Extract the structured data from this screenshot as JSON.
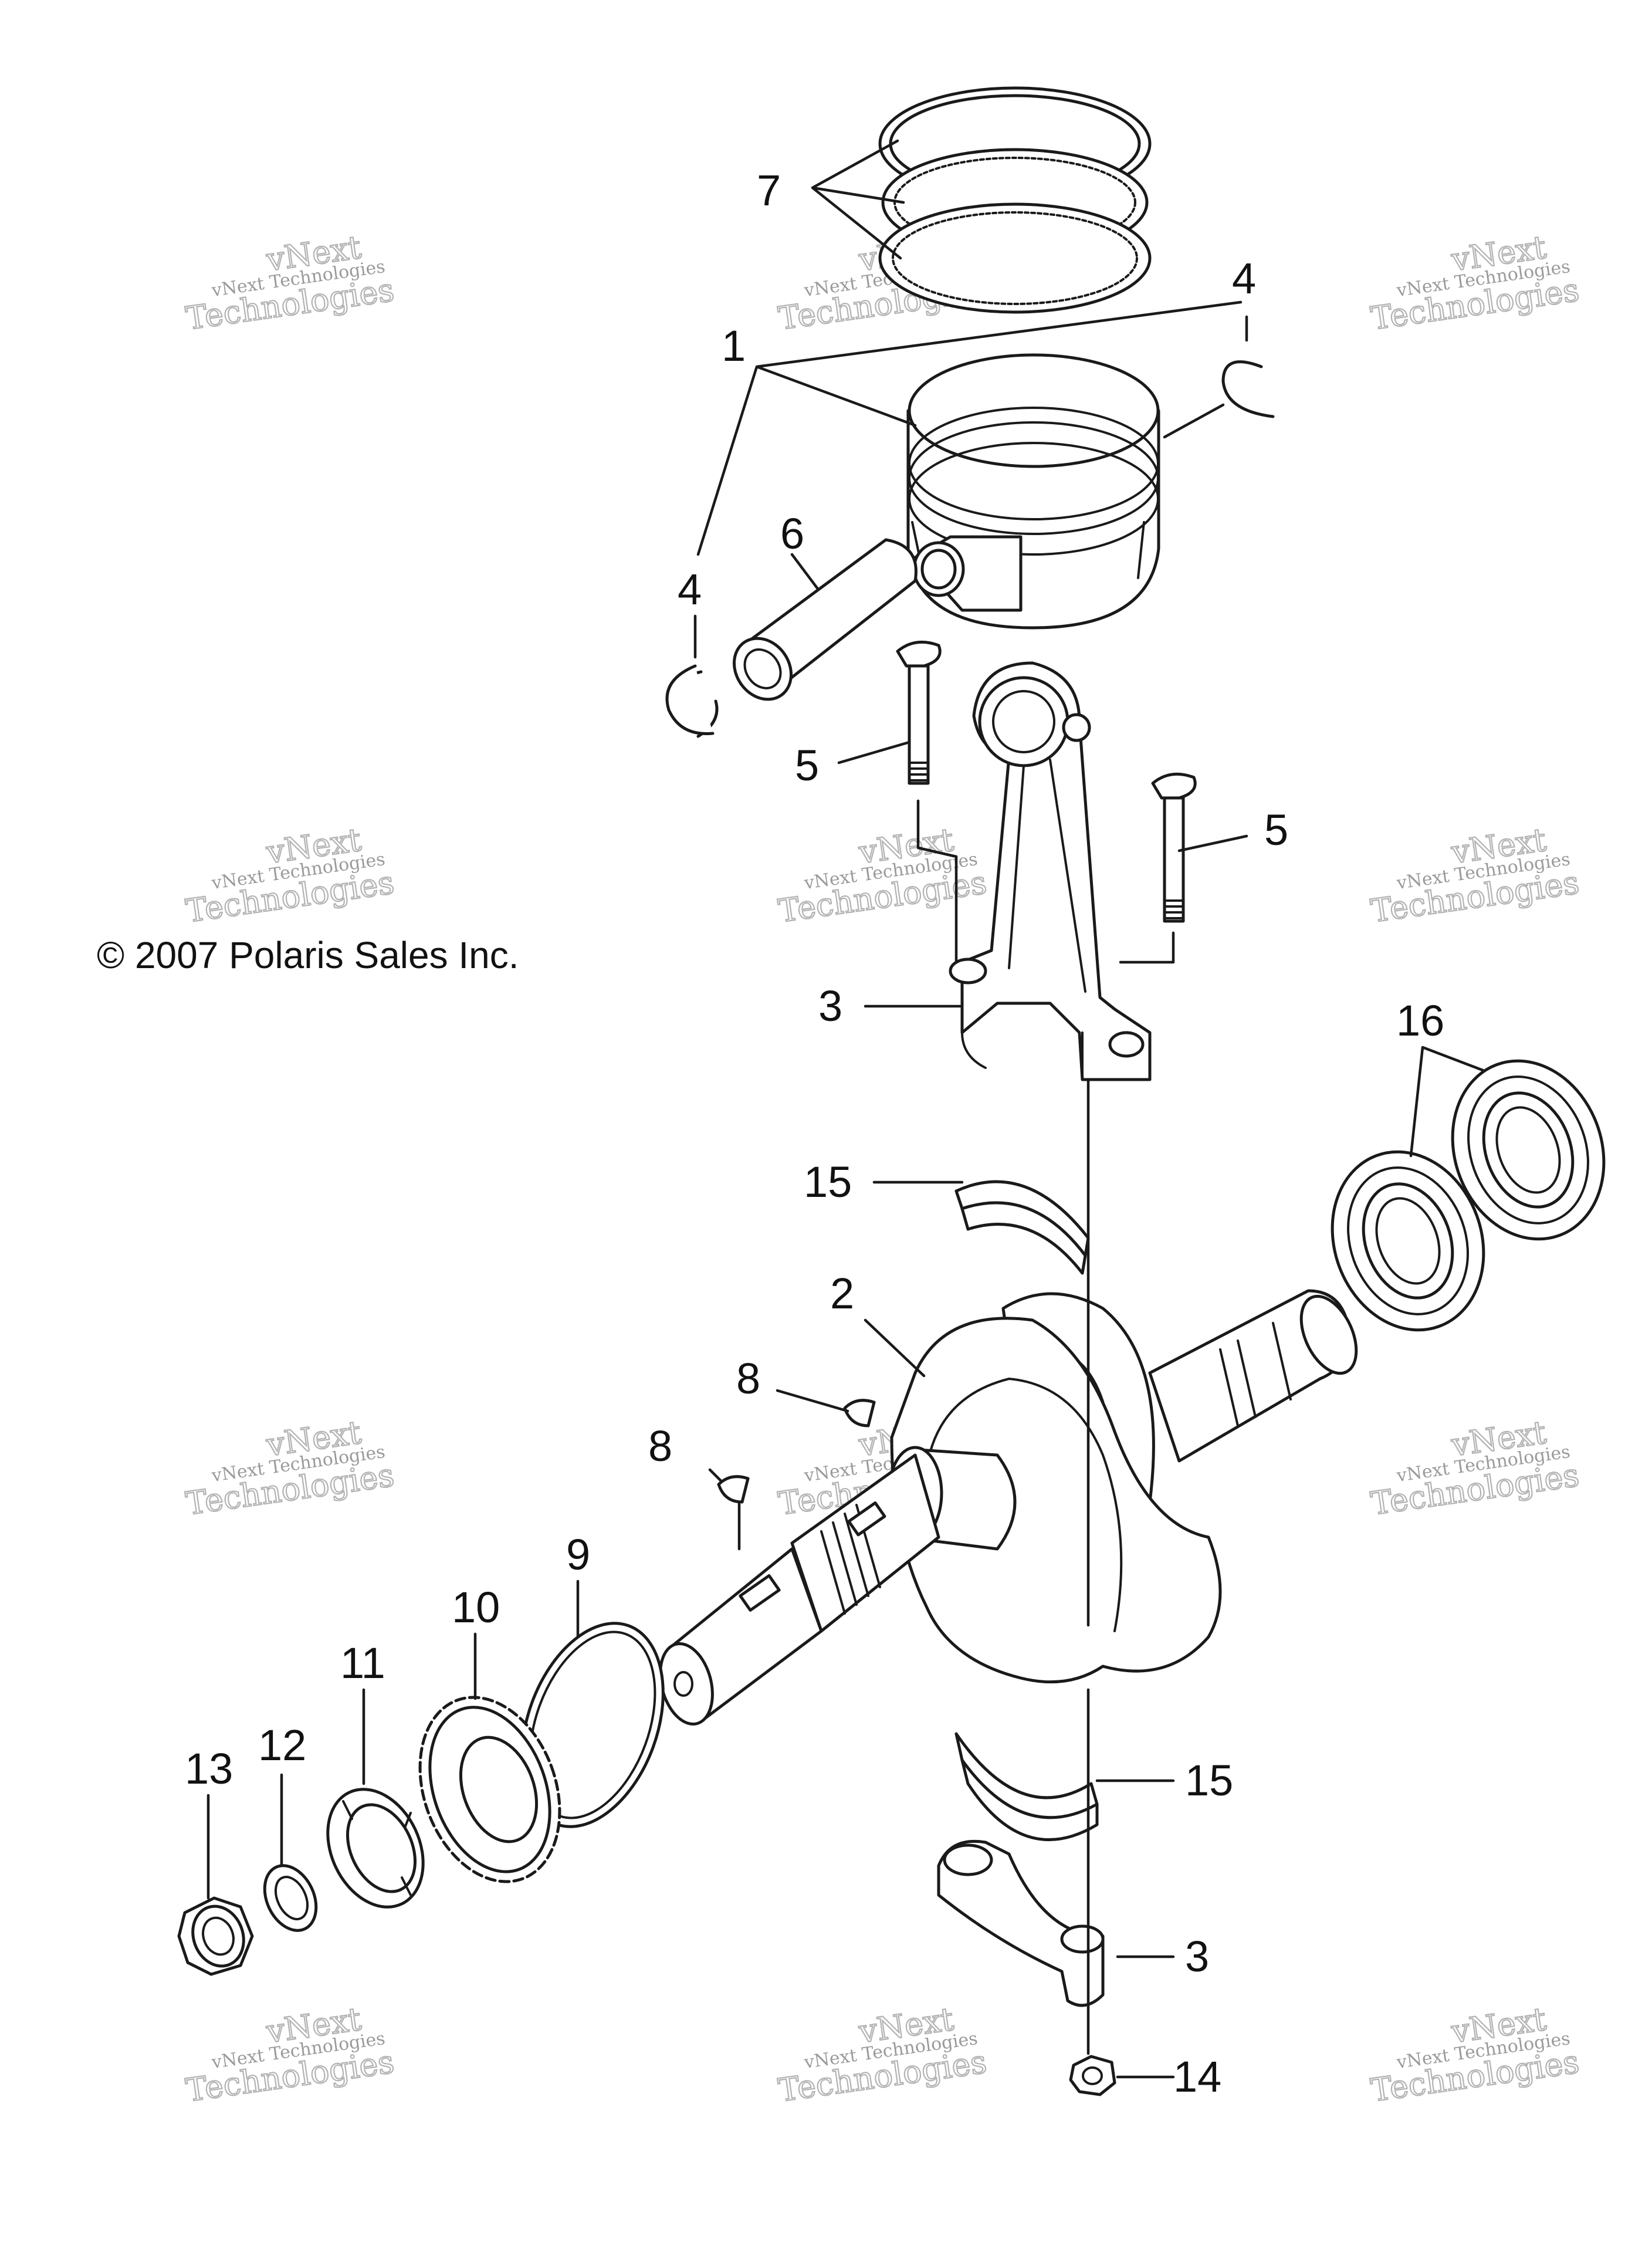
{
  "copyright": "© 2007 Polaris Sales Inc.",
  "watermark": {
    "line1": "vNext Technologies",
    "outline_top": "vNext",
    "outline_bottom": "Technologies"
  },
  "callouts": {
    "c1": "1",
    "c2": "2",
    "c3a": "3",
    "c3b": "3",
    "c4a": "4",
    "c4b": "4",
    "c5a": "5",
    "c5b": "5",
    "c6": "6",
    "c7": "7",
    "c8a": "8",
    "c8b": "8",
    "c9": "9",
    "c10": "10",
    "c11": "11",
    "c12": "12",
    "c13": "13",
    "c14": "14",
    "c15a": "15",
    "c15b": "15",
    "c16": "16"
  }
}
